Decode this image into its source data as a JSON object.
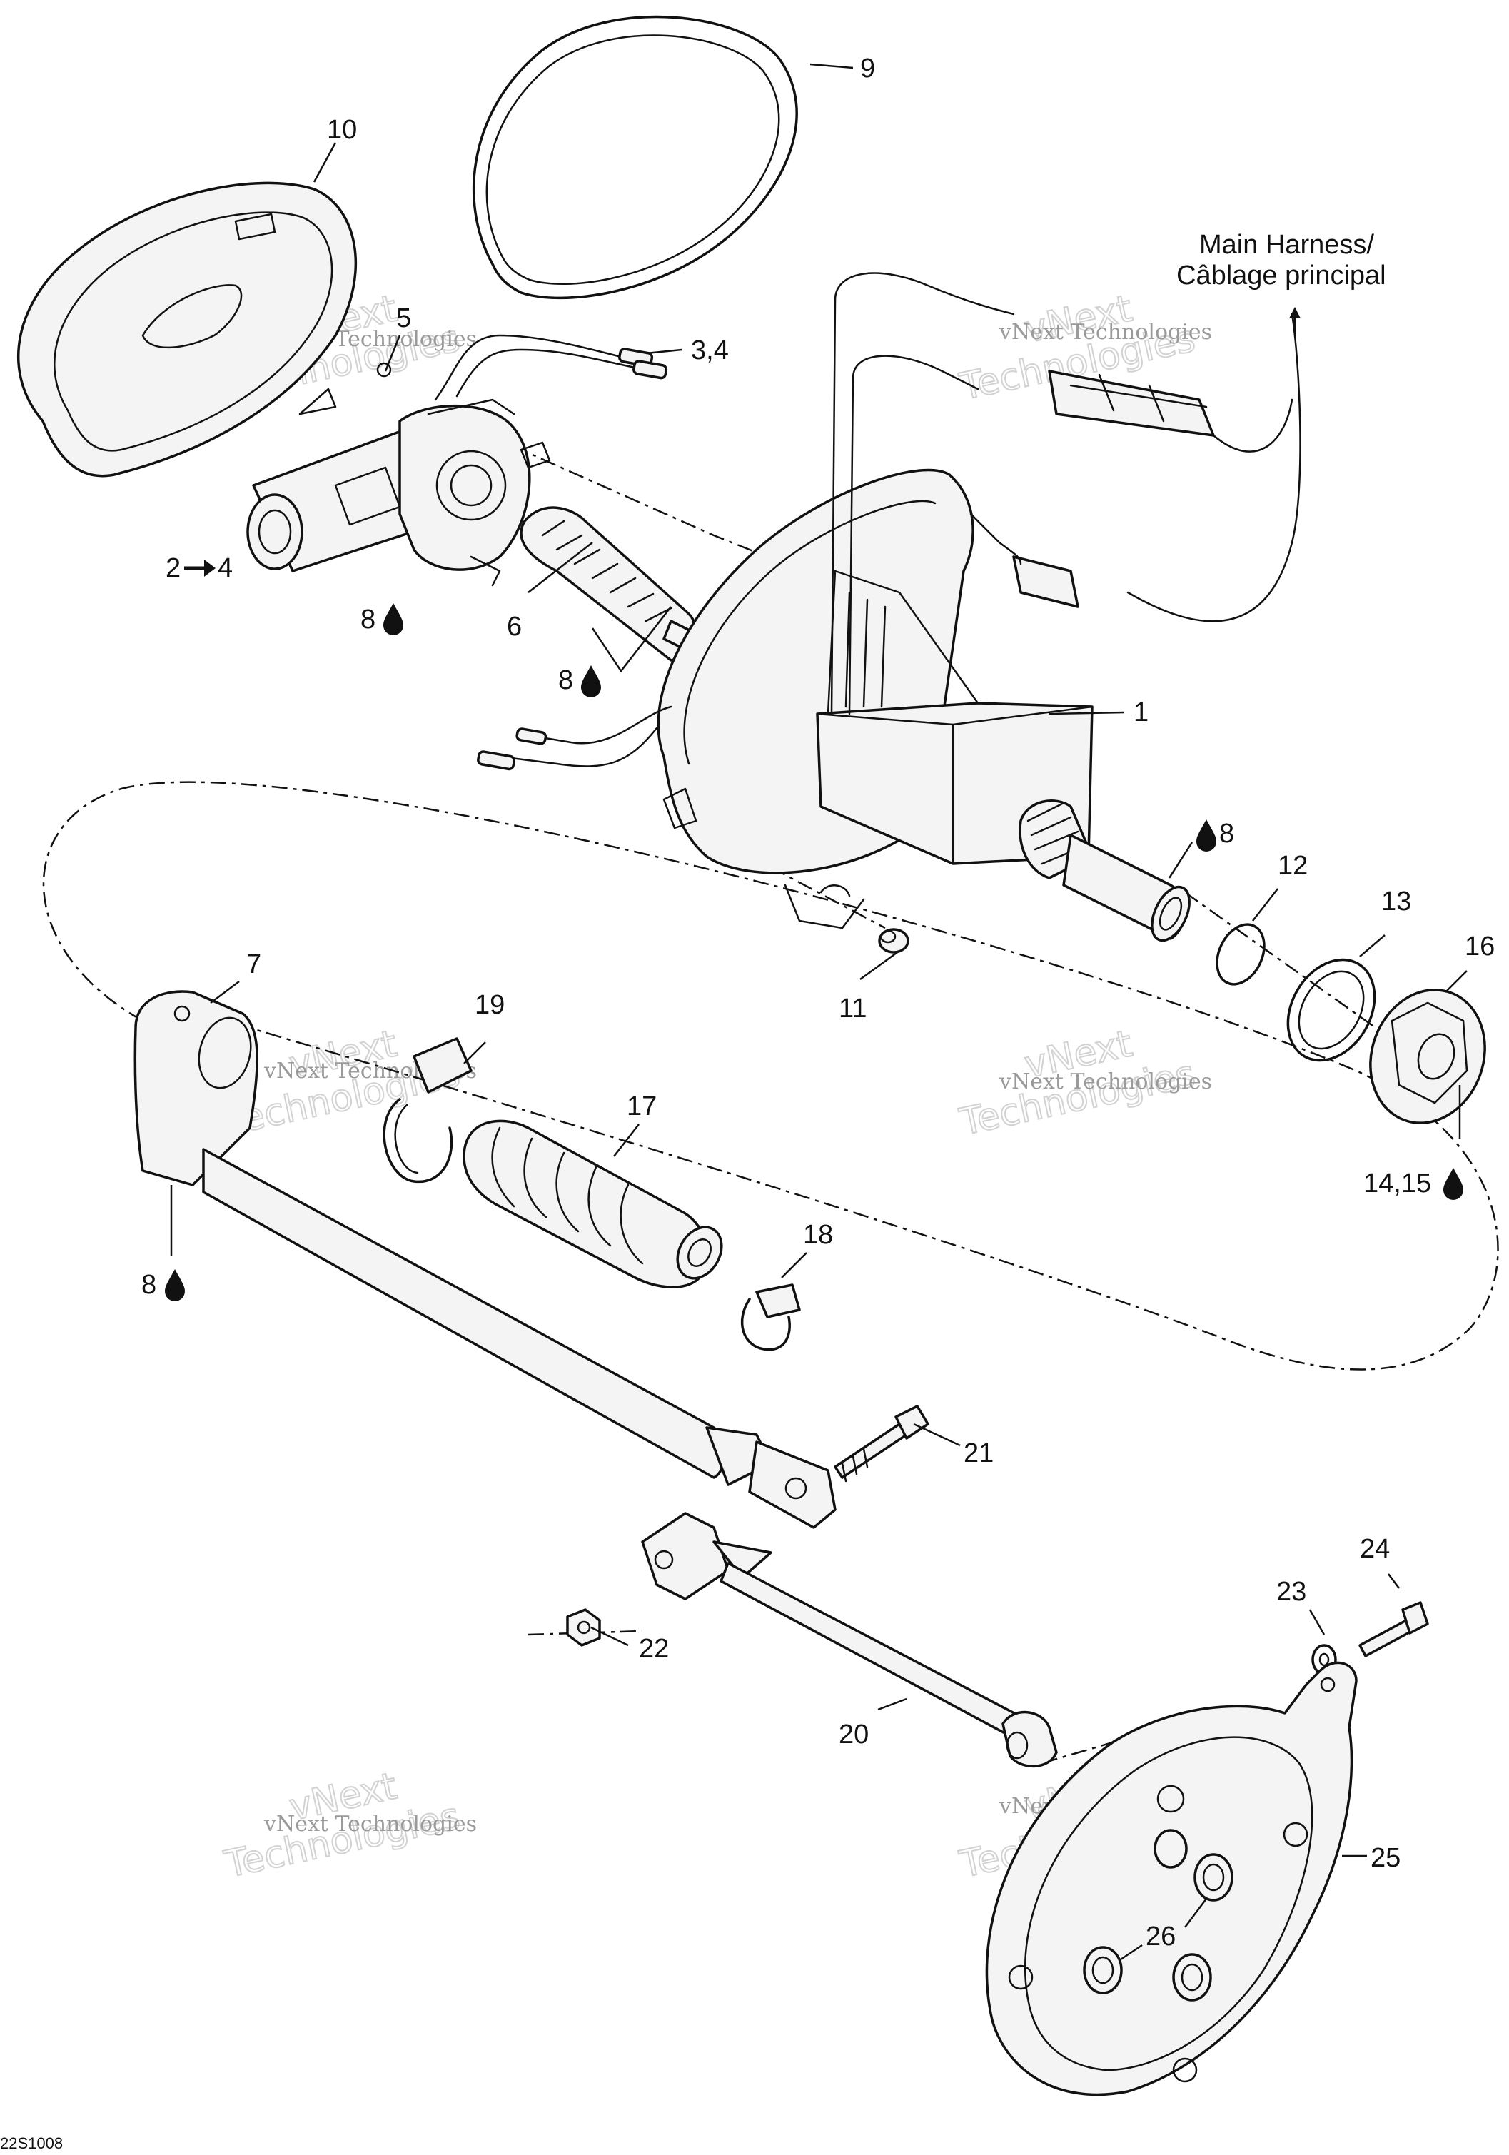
{
  "harness_label": {
    "line1": "Main Harness/",
    "line2": "Câblage principal"
  },
  "callouts": {
    "c1": "1",
    "c2_4": "2",
    "c2_4b": "4",
    "c3_4": "3,4",
    "c5": "5",
    "c6": "6",
    "c7": "7",
    "c8_a": "8",
    "c8_b": "8",
    "c8_c": "8",
    "c8_d": "8",
    "c9": "9",
    "c10": "10",
    "c11": "11",
    "c12": "12",
    "c13": "13",
    "c14_15": "14,15",
    "c16": "16",
    "c17": "17",
    "c18": "18",
    "c19": "19",
    "c20": "20",
    "c21": "21",
    "c22": "22",
    "c23": "23",
    "c24": "24",
    "c25": "25",
    "c26": "26"
  },
  "watermark": {
    "line1": "vNext Technologies",
    "line2": "vNext",
    "line3": "Technologies"
  },
  "figure_ref": "22S1008",
  "icons": [
    "lubricant-drop-icon",
    "arrow-right-icon",
    "arrow-up-icon"
  ]
}
